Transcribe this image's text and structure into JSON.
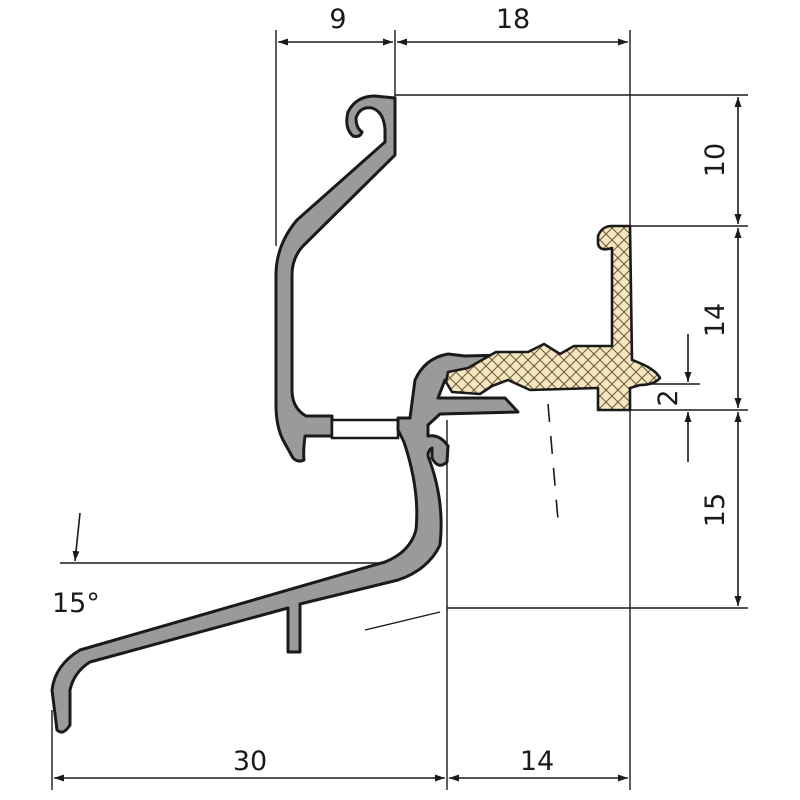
{
  "drawing": {
    "dimensions": {
      "top_left": "9",
      "top_right": "18",
      "right_upper": "10",
      "right_middle": "14",
      "right_small": "2",
      "right_lower": "15",
      "bottom_left": "30",
      "bottom_right": "14",
      "angle": "15°"
    },
    "colors": {
      "profile_fill": "#9a9a9a",
      "gasket_fill": "#f4e6bf",
      "line": "#1a1a1a"
    }
  }
}
